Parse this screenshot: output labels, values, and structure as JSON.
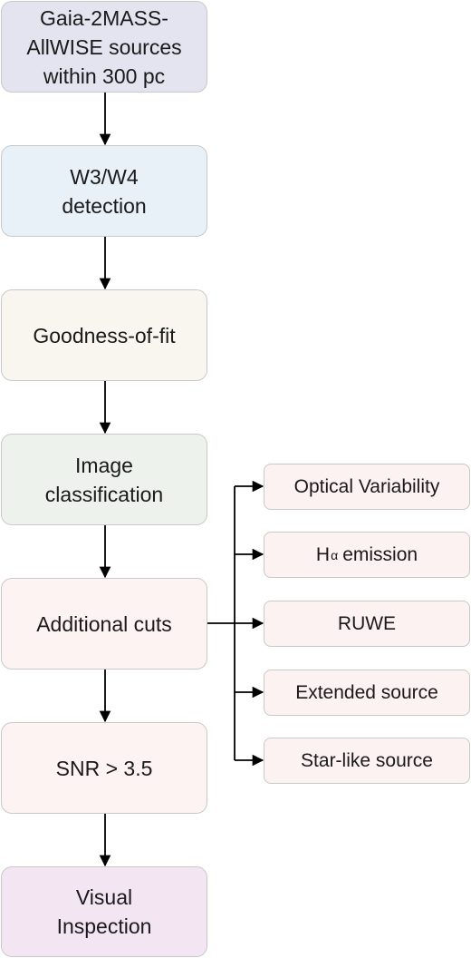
{
  "main_steps": [
    {
      "label": "Gaia-2MASS-\nAllWISE sources\nwithin 300 pc",
      "color": "#e4e3f0"
    },
    {
      "label": "W3/W4\ndetection",
      "color": "#e7f1f7"
    },
    {
      "label": "Goodness-of-fit",
      "color": "#f8f6ef"
    },
    {
      "label": "Image\nclassification",
      "color": "#eef2ec"
    },
    {
      "label": "Additional cuts",
      "color": "#fcf3f2"
    },
    {
      "label": "SNR > 3.5",
      "color": "#fcf3f2"
    },
    {
      "label": "Visual\nInspection",
      "color": "#f4e5f2"
    }
  ],
  "additional_cuts": {
    "optical_variability": "Optical Variability",
    "halpha_letter": "H",
    "halpha_subscript": "α",
    "halpha_rest": "emission",
    "ruwe": "RUWE",
    "extended_source": "Extended source",
    "star_like_source": "Star-like source"
  },
  "colors": {
    "side_fill": "#fcf2f1",
    "border": "#c9c9c9",
    "arrow": "#000000"
  }
}
